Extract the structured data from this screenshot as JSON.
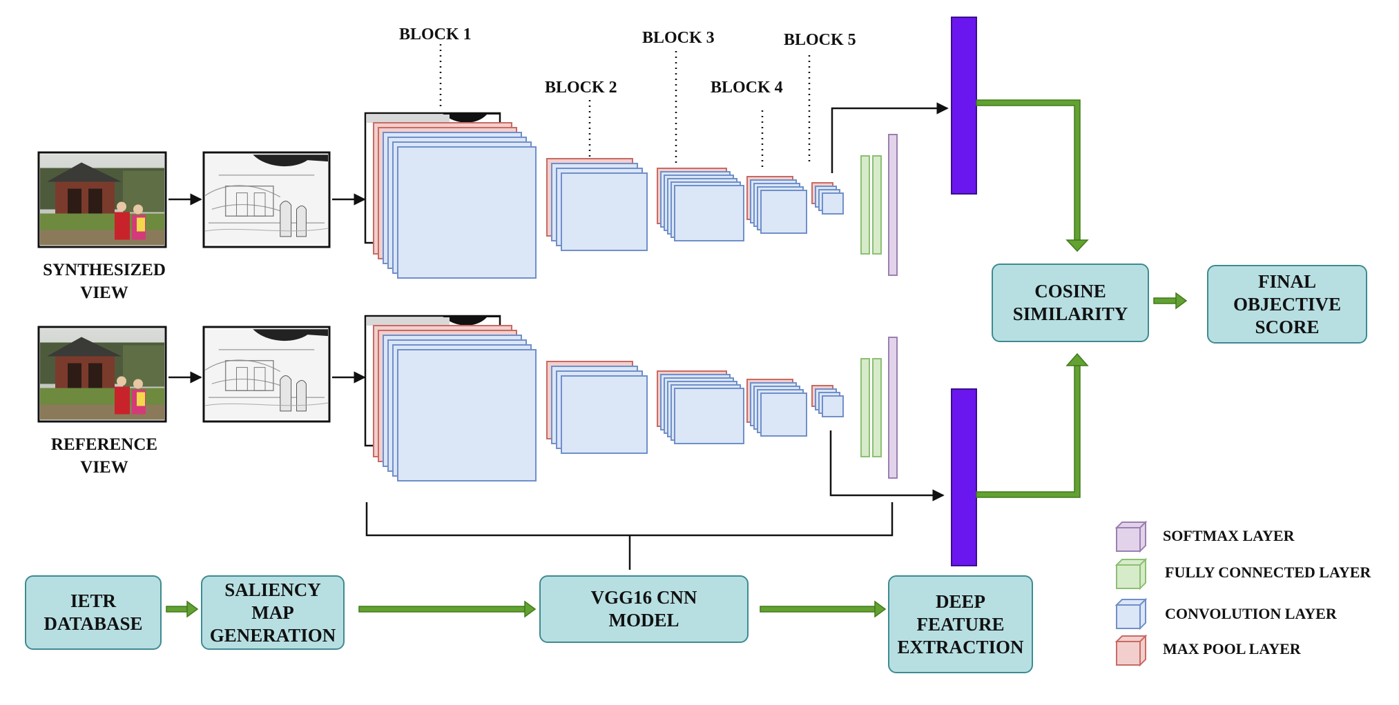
{
  "inputs": {
    "synthesized_label": "SYNTHESIZED\nVIEW",
    "reference_label": "REFERENCE\nVIEW"
  },
  "blocks": [
    "BLOCK 1",
    "BLOCK 2",
    "BLOCK 3",
    "BLOCK  4",
    "BLOCK 5"
  ],
  "pipeline": {
    "database": "IETR\nDATABASE",
    "saliency": "SALIENCY\nMAP\nGENERATION",
    "model": "VGG16 CNN\nMODEL",
    "extraction": "DEEP\nFEATURE\nEXTRACTION",
    "cosine": "COSINE\nSIMILARITY",
    "score": "FINAL\nOBJECTIVE\nSCORE"
  },
  "legend": [
    {
      "label": "SOFTMAX LAYER",
      "color": "#e2d3ea",
      "edge": "#9a7fb0"
    },
    {
      "label": "FULLY CONNECTED LAYER",
      "color": "#d6ebc9",
      "edge": "#8cbf73"
    },
    {
      "label": "CONVOLUTION LAYER",
      "color": "#dbe6f7",
      "edge": "#6f8fc9"
    },
    {
      "label": "MAX POOL LAYER",
      "color": "#f2cfcd",
      "edge": "#c86a63"
    }
  ],
  "colors": {
    "conv": "#dbe6f7",
    "conv_edge": "#6f8fc9",
    "pool": "#f2cfcd",
    "pool_edge": "#c86a63",
    "fc": "#d6ebc9",
    "fc_edge": "#8cbf73",
    "softmax": "#e2d3ea",
    "softmax_edge": "#9a7fb0",
    "feature_bar": "#6a16ee",
    "box_fill": "#b7dfe2",
    "box_edge": "#3d8a91",
    "green_arrow": "#5a9a2a"
  }
}
